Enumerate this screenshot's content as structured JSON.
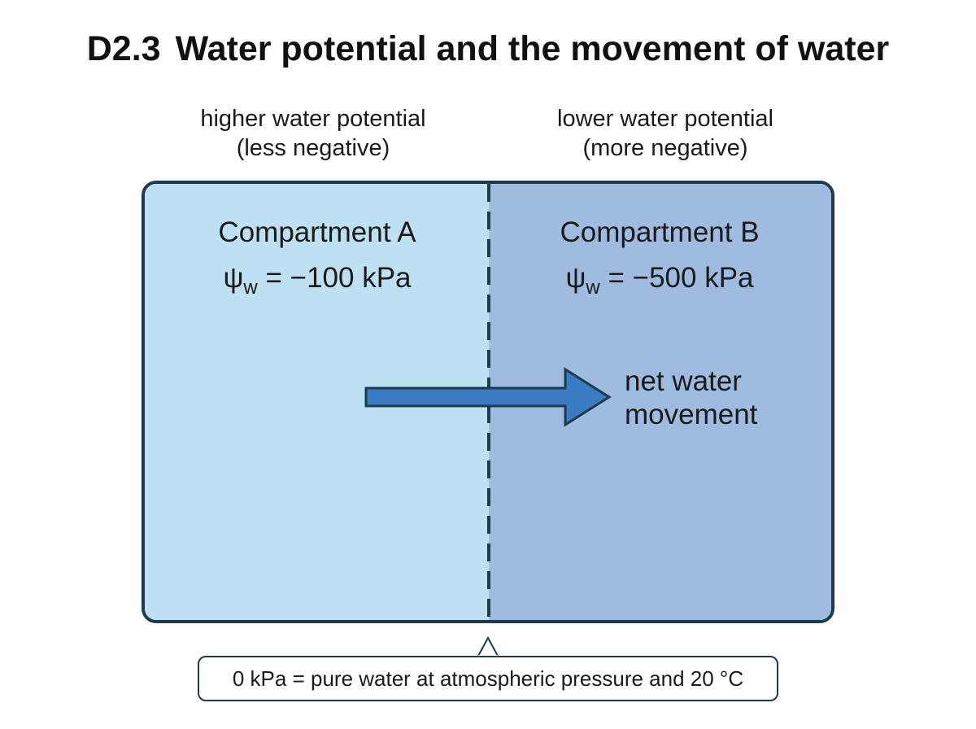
{
  "title": {
    "code": "D2.3",
    "text": "Water potential and the movement of water"
  },
  "labels": {
    "left": {
      "line1": "higher water potential",
      "line2": "(less negative)"
    },
    "right": {
      "line1": "lower water potential",
      "line2": "(more negative)"
    }
  },
  "compartments": [
    {
      "name": "Compartment A",
      "symbol": "ψ",
      "subscript": "w",
      "value": " = −100 kPa",
      "color": "#bde0f3"
    },
    {
      "name": "Compartment B",
      "symbol": "ψ",
      "subscript": "w",
      "value": " = −500 kPa",
      "color": "#9fbbe0"
    }
  ],
  "arrow": {
    "line1": "net water",
    "line2": "movement",
    "color": "#3a7cc4",
    "stroke": "#1f3a4a"
  },
  "note": {
    "text": "0 kPa = pure water at atmospheric pressure and 20 °C"
  },
  "colors": {
    "border": "#1f3a4a"
  }
}
